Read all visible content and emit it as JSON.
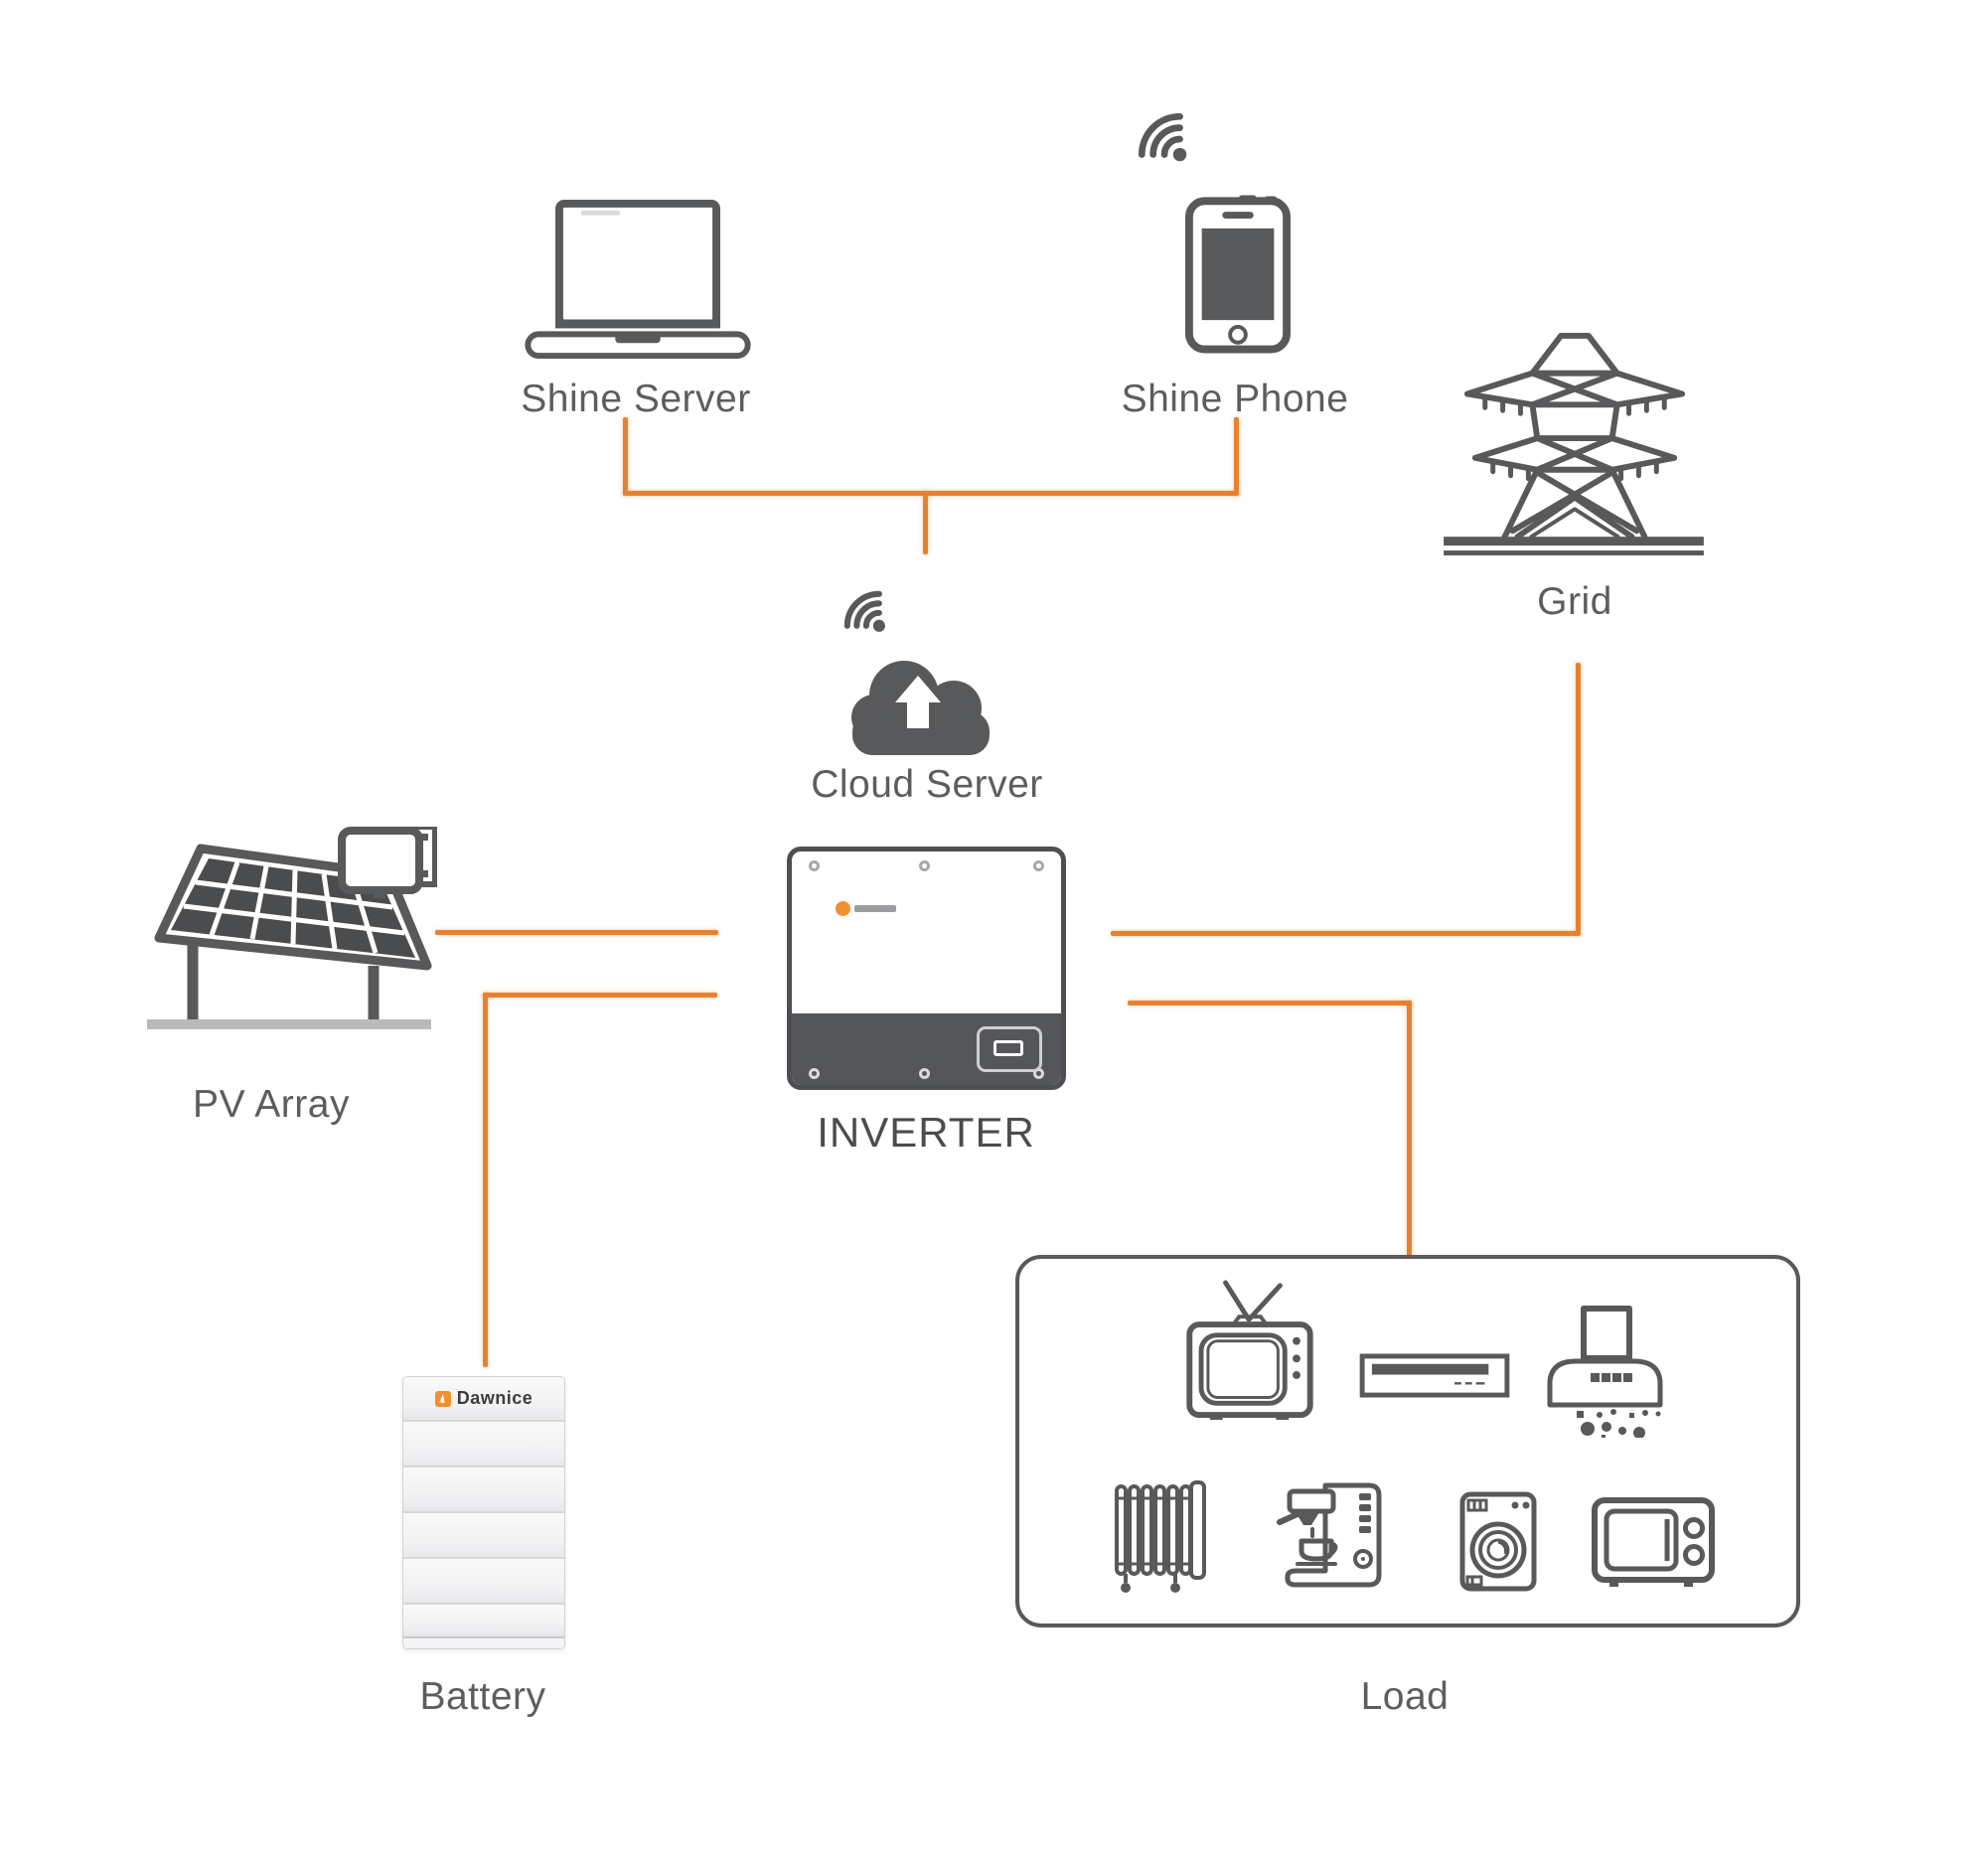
{
  "nodes": {
    "shine_server": {
      "label": "Shine Server"
    },
    "shine_phone": {
      "label": "Shine Phone"
    },
    "grid": {
      "label": "Grid"
    },
    "cloud_server": {
      "label": "Cloud Server"
    },
    "pv_array": {
      "label": "PV Array"
    },
    "inverter": {
      "label": "INVERTER"
    },
    "battery": {
      "label": "Battery",
      "brand": "Dawnice"
    },
    "load": {
      "label": "Load"
    }
  },
  "colors": {
    "connector_orange": "#e8812e",
    "icon_gray": "#58595b",
    "label_gray": "#5c5d5f",
    "brand_orange": "#f0902e"
  },
  "icons": [
    "laptop-icon",
    "smartphone-icon",
    "wifi-icon",
    "power-tower-icon",
    "cloud-upload-icon",
    "inverter-icon",
    "solar-panel-icon",
    "battery-stack-icon",
    "tv-icon",
    "dvd-player-icon",
    "range-hood-icon",
    "radiator-icon",
    "coffee-machine-icon",
    "washing-machine-icon",
    "microwave-icon"
  ]
}
